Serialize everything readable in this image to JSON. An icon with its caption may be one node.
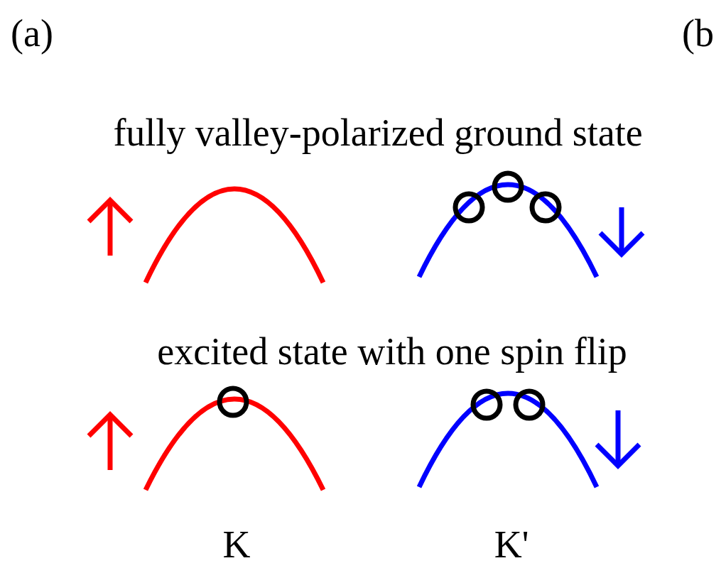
{
  "diagram": {
    "labels": [
      "(a)",
      "(b",
      "fully valley-polarized ground state",
      "excited state with one spin flip",
      "K",
      "K'"
    ]
  }
}
